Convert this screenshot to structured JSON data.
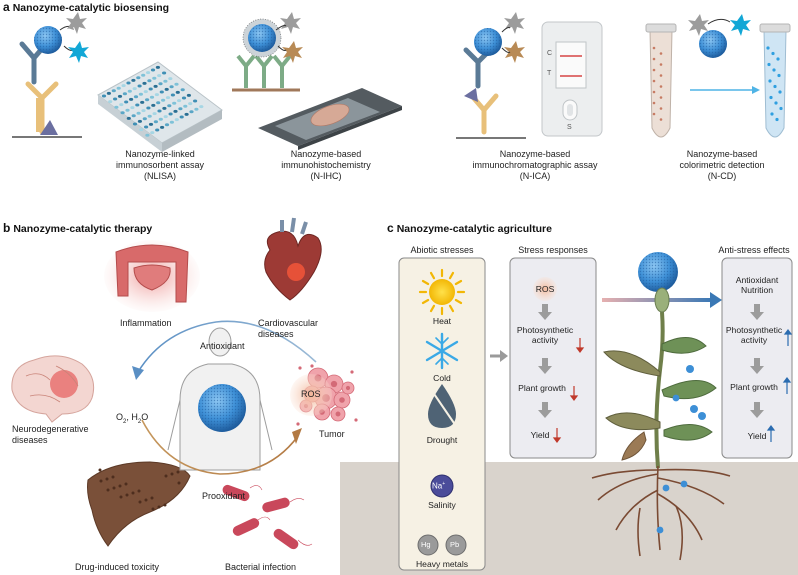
{
  "panel_a": {
    "letter": "a",
    "title": "Nanozyme-catalytic biosensing",
    "assays": [
      {
        "line1": "Nanozyme-linked",
        "line2": "immunosorbent assay",
        "abbr": "(NLISA)"
      },
      {
        "line1": "Nanozyme-based",
        "line2": "immunohistochemistry",
        "abbr": "(N-IHC)"
      },
      {
        "line1": "Nanozyme-based",
        "line2": "immunochromatographic assay",
        "abbr": "(N-ICA)"
      },
      {
        "line1": "Nanozyme-based",
        "line2": "colorimetric detection",
        "abbr": "(N-CD)"
      }
    ],
    "strip_labels": {
      "c": "C",
      "t": "T",
      "s": "S"
    }
  },
  "panel_b": {
    "letter": "b",
    "title": "Nanozyme-catalytic therapy",
    "diseases": {
      "inflammation": "Inflammation",
      "cardio_1": "Cardiovascular",
      "cardio_2": "diseases",
      "neuro_1": "Neurodegenerative",
      "neuro_2": "diseases",
      "tumor": "Tumor",
      "drug": "Drug-induced toxicity",
      "bacterial": "Bacterial infection"
    },
    "cycle": {
      "antioxidant": "Antioxidant",
      "prooxidant": "Prooxidant",
      "o2": "O",
      "o2_sub": "2",
      "h2o_pre": ", H",
      "h2o_sub": "2",
      "h2o_post": "O",
      "ros": "ROS"
    }
  },
  "panel_c": {
    "letter": "c",
    "title": "Nanozyme-catalytic agriculture",
    "abiotic": {
      "header": "Abiotic stresses",
      "items": [
        "Heat",
        "Cold",
        "Drought",
        "Salinity",
        "Heavy metals"
      ],
      "na": "Na",
      "na_sup": "+",
      "hg": "Hg",
      "pb": "Pb"
    },
    "responses": {
      "header": "Stress responses",
      "ros": "ROS",
      "photo_1": "Photosynthetic",
      "photo_2": "activity",
      "growth": "Plant growth",
      "yield": "Yield"
    },
    "effects": {
      "header": "Anti-stress effects",
      "anti_1": "Antioxidant",
      "anti_2": "Nutrition",
      "photo_1": "Photosynthetic",
      "photo_2": "activity",
      "growth": "Plant growth",
      "yield": "Yield"
    }
  },
  "colors": {
    "nanozyme": "#3d8fd6",
    "antibody_blue": "#5a7a96",
    "antibody_yellow": "#e8c07a",
    "ros_pink": "#e9a48a",
    "soil": "#d9d3cc",
    "down_arrow": "#c0392b",
    "up_arrow": "#2b6cb0"
  }
}
